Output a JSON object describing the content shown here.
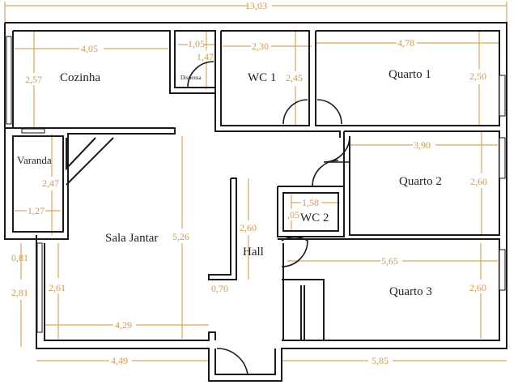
{
  "plan": {
    "overall_width": "13,03",
    "colors": {
      "wall": "#1a1a1a",
      "dimension": "#d19a4a"
    },
    "rooms": [
      {
        "name": "Cozinha",
        "width": "4,05",
        "depth": "2,57"
      },
      {
        "name": "Dispensa",
        "width": "1,05",
        "depth": "1,47"
      },
      {
        "name": "WC 1",
        "width": "2,30",
        "depth": "2,45"
      },
      {
        "name": "Quarto 1",
        "width": "4,78",
        "depth": "2,50"
      },
      {
        "name": "Varanda",
        "width": "1,27",
        "depth": "2,47"
      },
      {
        "name": "Quarto 2",
        "width": "3,90",
        "depth": "2,60"
      },
      {
        "name": "WC 2",
        "width": "1,58",
        "depth": ",05"
      },
      {
        "name": "Sala Jantar",
        "width": "4,29",
        "depth": "5,26"
      },
      {
        "name": "Hall",
        "width": "0,70",
        "depth": "2,60"
      },
      {
        "name": "Quarto 3",
        "width": "5,65",
        "depth": "2,60"
      }
    ],
    "extra_dims": {
      "left_small": "0,81",
      "left_outer": "2,81",
      "sala_lower": "2,61",
      "bottom_left": "4,49",
      "bottom_right": "5,85"
    }
  }
}
